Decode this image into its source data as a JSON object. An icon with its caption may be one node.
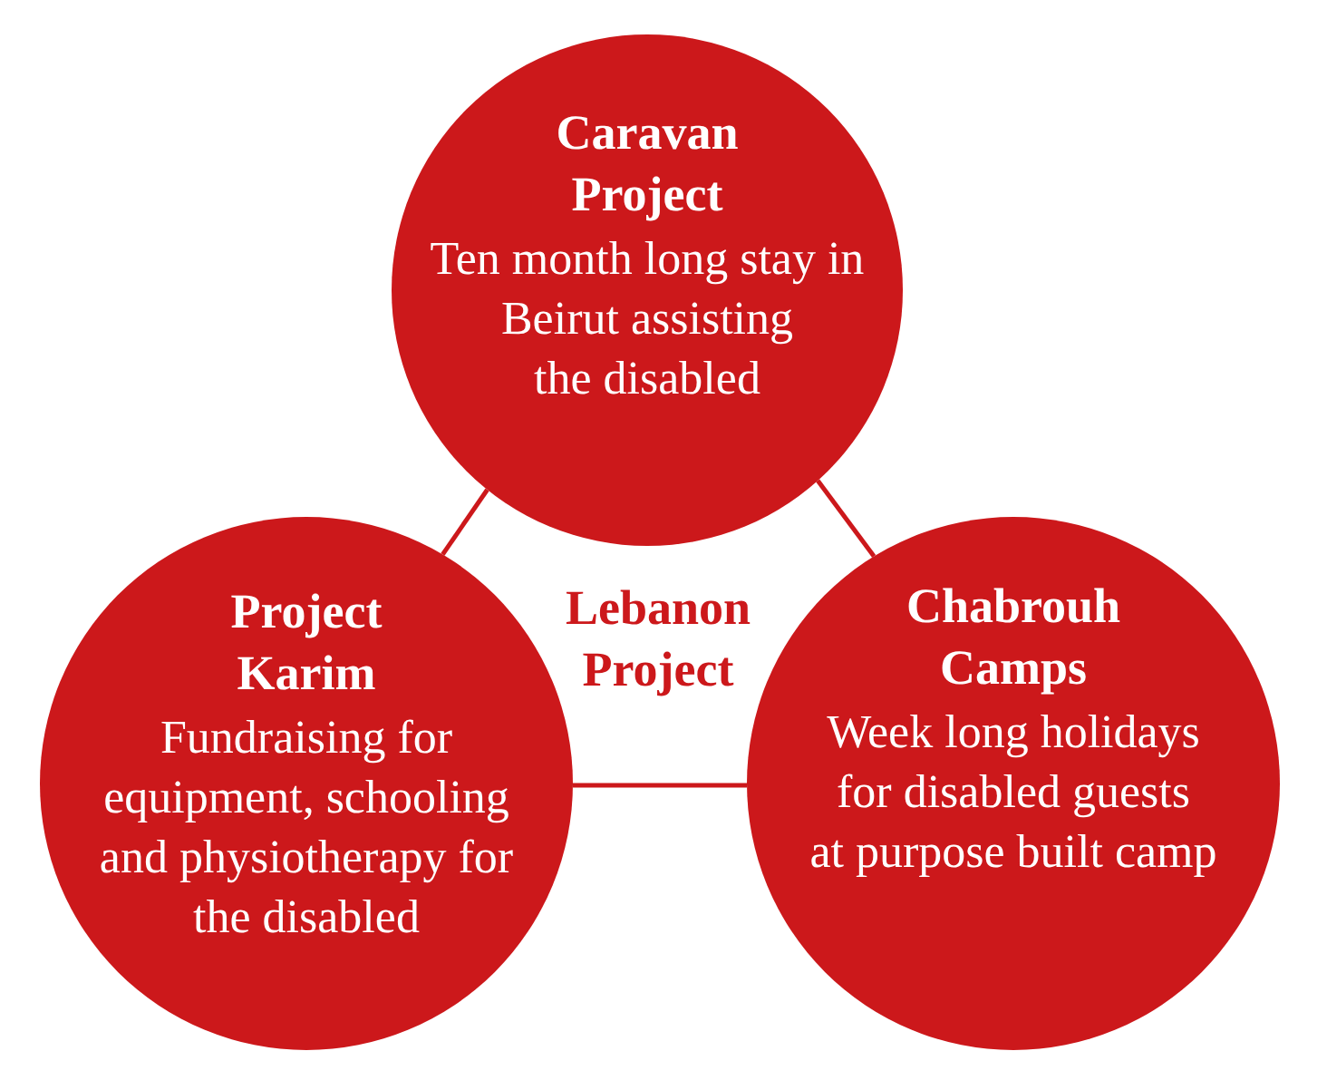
{
  "diagram": {
    "nodes": [
      {
        "text": [
          "Caravan Project",
          "Ten month long stay in Beirut assisting the disabled"
        ]
      },
      {
        "text": [
          "Project Karim",
          "Fundraising for equipment, schooling and physiotherapy for the disabled"
        ]
      },
      {
        "text": [
          "Chabrouh Camps",
          "Week long holidays for disabled guests at purpose built camp"
        ]
      }
    ],
    "edges": [
      {
        "from": 0,
        "to": 1,
        "arrow": "none"
      },
      {
        "from": 0,
        "to": 2,
        "arrow": "none"
      },
      {
        "from": 1,
        "to": 2,
        "arrow": "none"
      }
    ],
    "labels": [
      "Lebanon Project"
    ]
  }
}
